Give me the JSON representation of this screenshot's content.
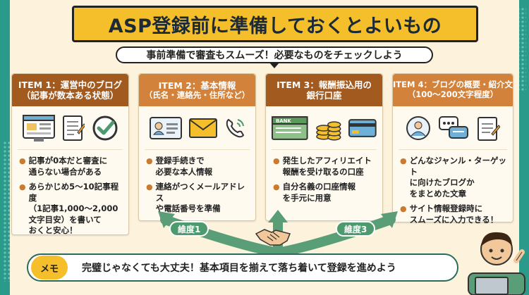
{
  "title": "ASP登録前に準備しておくとよいもの",
  "subtitle": "事前準備で審査もスムーズ！必要なものをチェックしよう",
  "items": [
    {
      "heading1": "ITEM 1：運営中のブログ",
      "heading2": "（記事が数本ある状態）",
      "icons": [
        "browser-icon",
        "document-icon",
        "check-icon"
      ],
      "bullets": [
        "記事が0本だと審査に\n通らない場合がある",
        "あらかじめ5〜10記事程度\n（1記事1,000〜2,000\n文字目安）を書いて\nおくと安心！"
      ]
    },
    {
      "heading1": "ITEM 2：基本情報",
      "heading2": "（氏名・連絡先・住所など）",
      "icons": [
        "id-card-icon",
        "envelope-icon",
        "phone-icon"
      ],
      "bullets": [
        "登録手続きで\n必要な本人情報",
        "連絡がつくメールアドレス\nや電話番号を準備"
      ]
    },
    {
      "heading1": "ITEM 3：報酬振込用の",
      "heading2": "銀行口座",
      "bank_label": "BANK",
      "icons": [
        "bank-book-icon",
        "coins-icon",
        "credit-card-icon"
      ],
      "bullets": [
        "発生したアフィリエイト\n報酬を受け取るの口座",
        "自分名義の口座情報\nを手元に用意"
      ]
    },
    {
      "heading1": "ITEM 4：ブログの概要・紹介文",
      "heading2": "（100〜200文字程度）",
      "icons": [
        "profile-icon",
        "chat-icon",
        "notepad-icon"
      ],
      "bullets": [
        "どんなジャンル・ターゲット\nに向けたブログか\nをまとめた文章",
        "サイト情報登録時に\nスムーズに入力できる！"
      ]
    }
  ],
  "tags": [
    "維度1",
    "維度3"
  ],
  "memo": {
    "badge": "メモ",
    "text": "完璧じゃなくても大丈夫！基本項目を揃えて落ち着いて登録を進めよう"
  },
  "colors": {
    "accent_yellow": "#f4bf2a",
    "header_dark": "#a25a1f",
    "header_light": "#d2823a",
    "teal": "#2a9a8a",
    "green_tag": "#4d9a6e"
  }
}
